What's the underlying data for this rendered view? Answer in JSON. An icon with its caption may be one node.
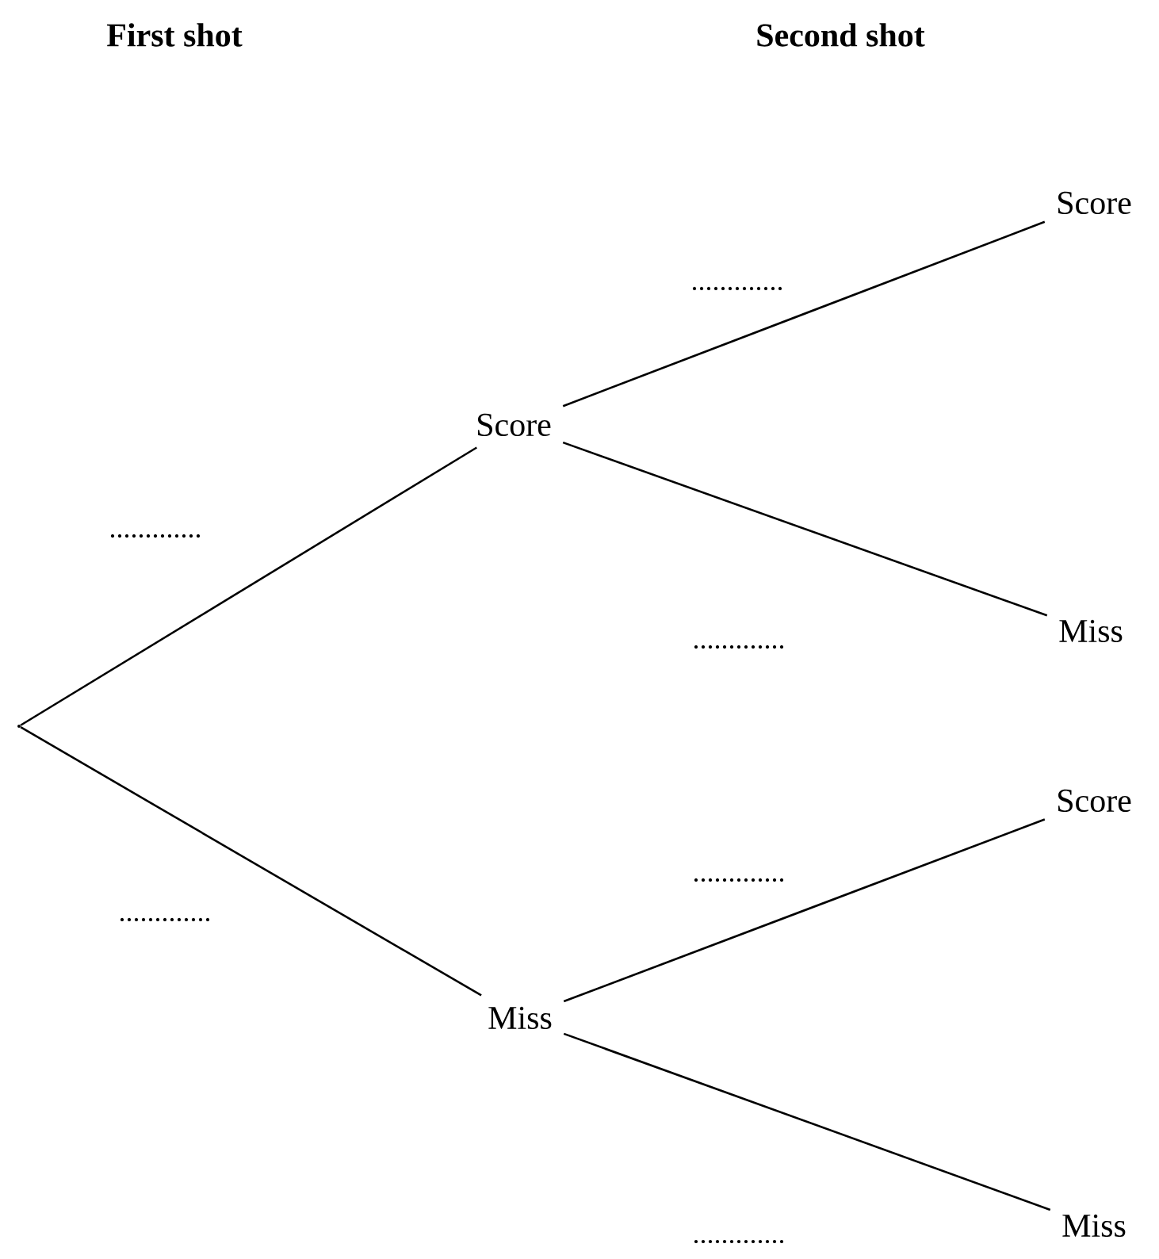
{
  "diagram": {
    "nodes": [
      {
        "text": [],
        "shape": "point"
      },
      {
        "text": [
          "Score"
        ]
      },
      {
        "text": [
          "Miss"
        ]
      },
      {
        "text": [
          "Score"
        ]
      },
      {
        "text": [
          "Miss"
        ]
      },
      {
        "text": [
          "Score"
        ]
      },
      {
        "text": [
          "Miss"
        ]
      }
    ],
    "edges": [
      {
        "from": 0,
        "to": 1,
        "arrow": "none",
        "label": "............."
      },
      {
        "from": 0,
        "to": 2,
        "arrow": "none",
        "label": "............."
      },
      {
        "from": 1,
        "to": 3,
        "arrow": "none",
        "label": "............."
      },
      {
        "from": 1,
        "to": 4,
        "arrow": "none",
        "label": "............."
      },
      {
        "from": 2,
        "to": 5,
        "arrow": "none",
        "label": "............."
      },
      {
        "from": 2,
        "to": 6,
        "arrow": "none",
        "label": "............."
      }
    ],
    "labels": [
      "First shot",
      "Second shot"
    ]
  }
}
